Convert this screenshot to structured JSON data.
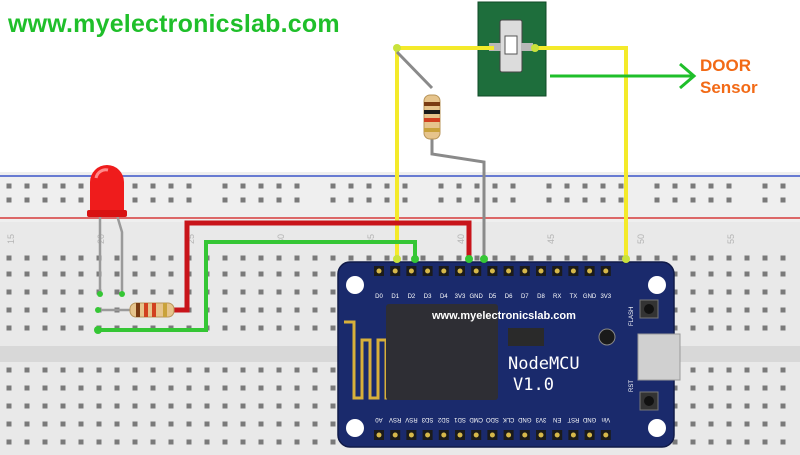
{
  "header": {
    "site_url": "www.myelectronicslab.com"
  },
  "annotations": {
    "door_label_line1": "DOOR",
    "door_label_line2": "Sensor"
  },
  "breadboard": {
    "column_numbers": [
      "15",
      "20",
      "25",
      "30",
      "35",
      "40",
      "45",
      "50",
      "55"
    ]
  },
  "board": {
    "watermark": "www.myelectronicslab.com",
    "name": "NodeMCU",
    "version": "V1.0",
    "top_pins": [
      "D0",
      "D1",
      "D2",
      "D3",
      "D4",
      "3V3",
      "GND",
      "D5",
      "D6",
      "D7",
      "D8",
      "RX",
      "TX",
      "GND",
      "3V3"
    ],
    "bottom_pins": [
      "A0",
      "RSV",
      "RSV",
      "SD3",
      "SD2",
      "SD1",
      "CMD",
      "SDO",
      "CLK",
      "GND",
      "3V3",
      "EN",
      "RST",
      "GND",
      "Vin"
    ],
    "flash_label": "FLASH",
    "rst_label": "RST"
  },
  "colors": {
    "site_url": "#1fbf2a",
    "door_label": "#f26a16",
    "wire_red": "#c8141a",
    "wire_green": "#35c635",
    "wire_yellow": "#f4ea2a",
    "wire_grey": "#8a8a8a",
    "sensor_board": "#1e6e3c",
    "nodemcu_board": "#1a2a6c",
    "led": "#ef1c1c"
  }
}
